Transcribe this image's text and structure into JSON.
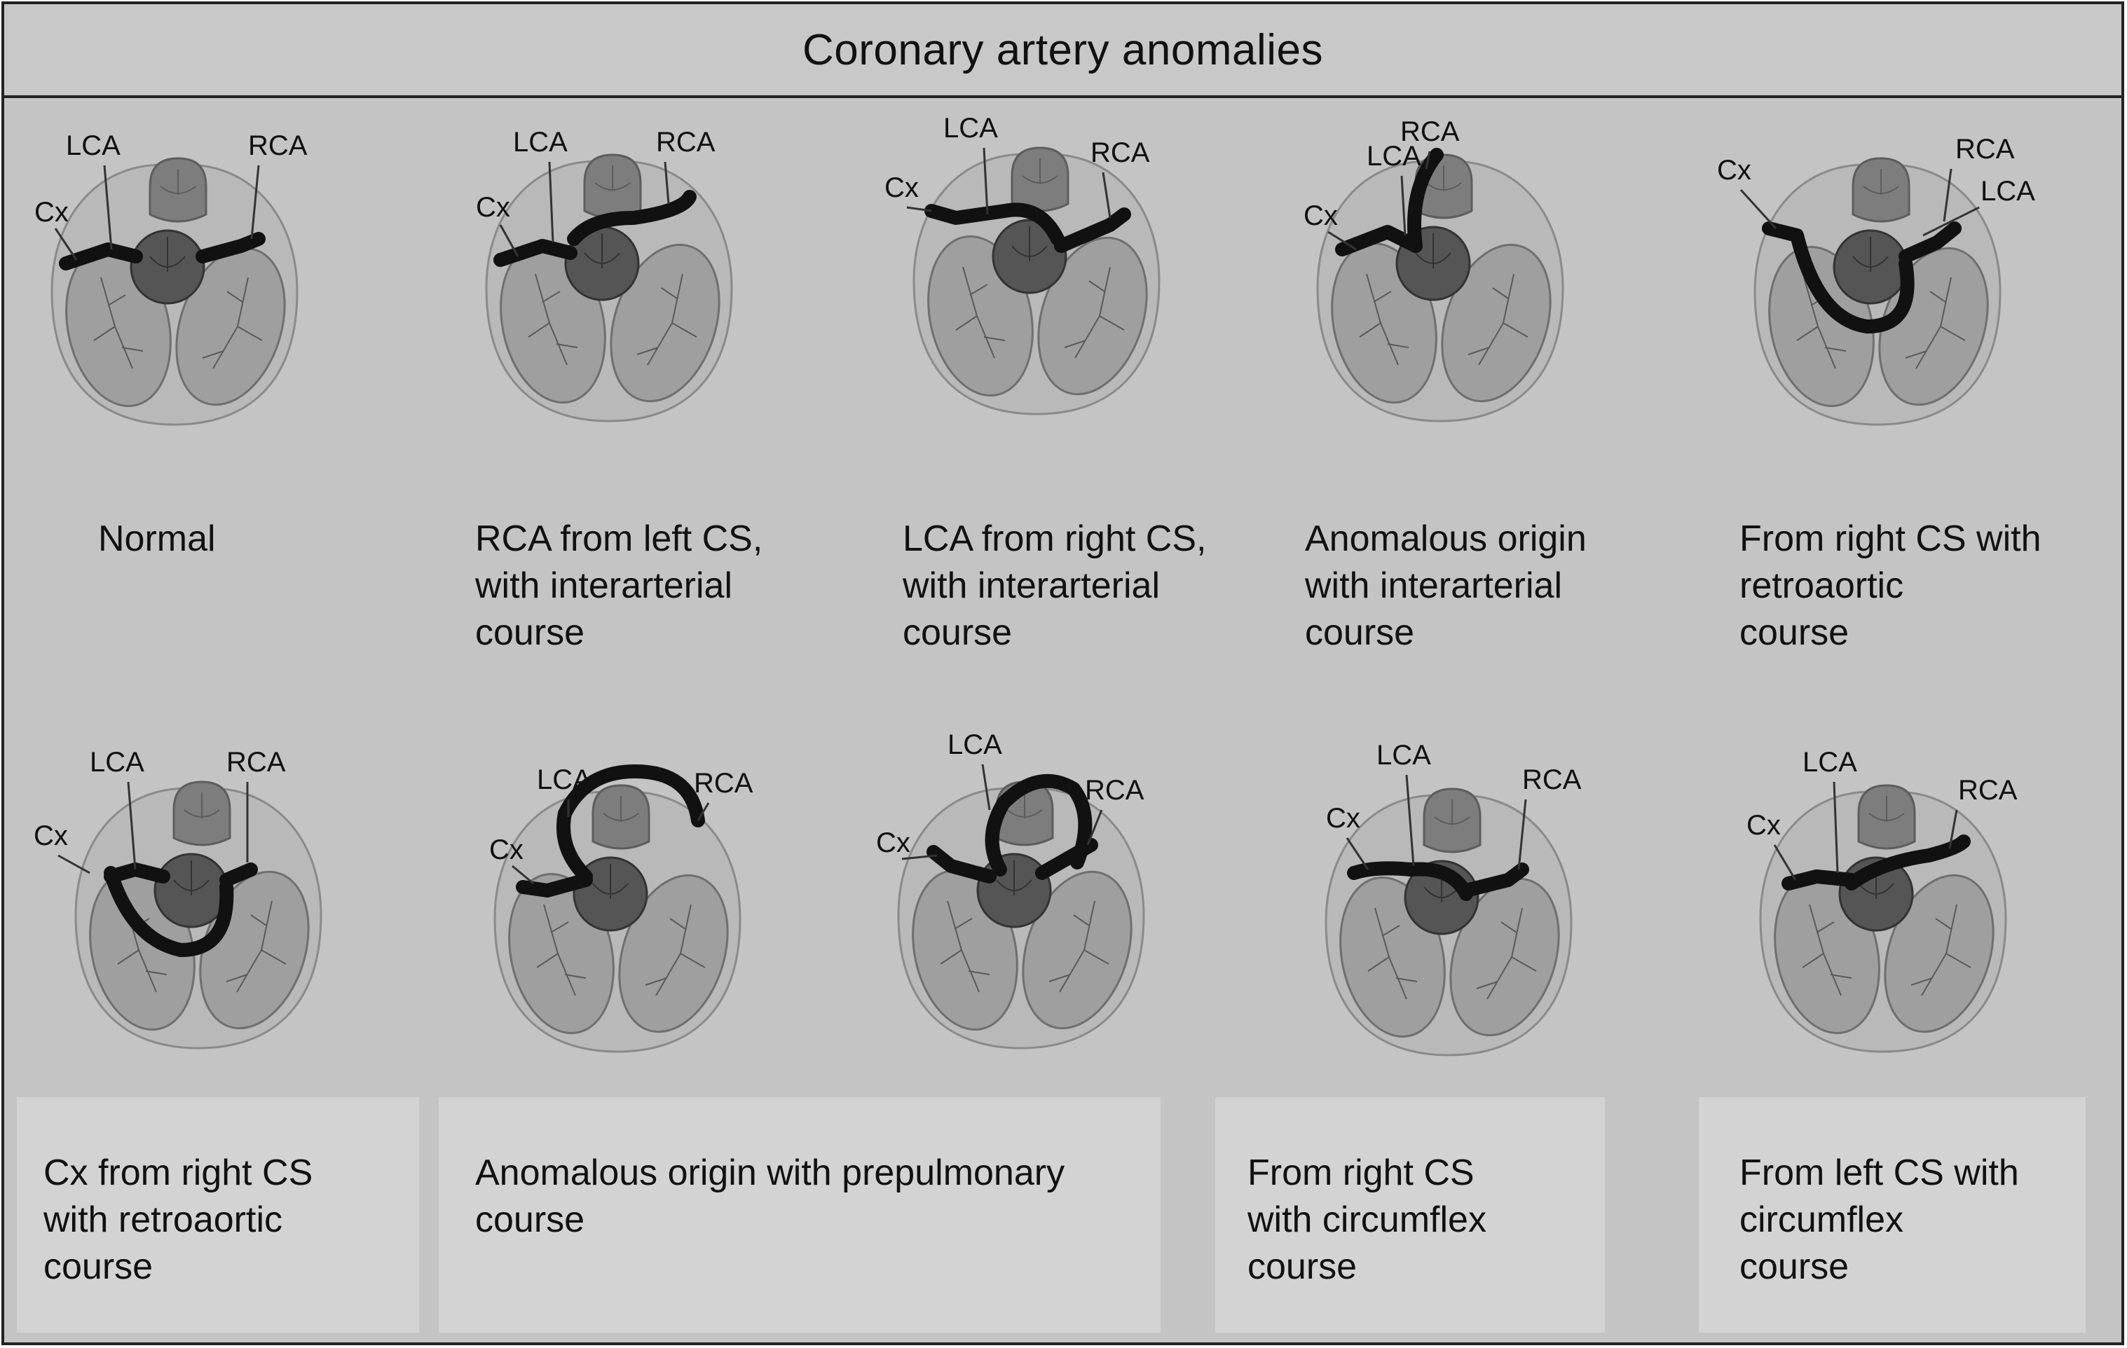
{
  "title": "Coronary artery anomalies",
  "labels": {
    "lca": "LCA",
    "rca": "RCA",
    "cx": "Cx"
  },
  "colors": {
    "background": "#c4c4c4",
    "caption_box": "#d3d3d3",
    "heart_fill": "#b9b9b9",
    "chamber_fill": "#9f9f9f",
    "aorta_fill": "#555555",
    "pulmonary_fill": "#7d7d7d",
    "artery": "#111111"
  },
  "panels": [
    {
      "id": "normal",
      "caption": [
        "Normal"
      ]
    },
    {
      "id": "rca-left-cs",
      "caption": [
        "RCA from left CS,",
        "with interarterial",
        "course"
      ]
    },
    {
      "id": "lca-right-cs",
      "caption": [
        "LCA from right CS,",
        "with interarterial",
        "course"
      ]
    },
    {
      "id": "anomalous-interarterial",
      "caption": [
        "Anomalous origin",
        "with interarterial",
        "course"
      ]
    },
    {
      "id": "right-cs-retroaortic",
      "caption": [
        "From right CS with",
        "retroaortic",
        "course"
      ]
    },
    {
      "id": "cx-right-cs-retroaortic",
      "caption": [
        "Cx from right CS",
        "with retroaortic",
        "course"
      ]
    },
    {
      "id": "prepulmonary-a",
      "caption": []
    },
    {
      "id": "prepulmonary-b",
      "caption": []
    },
    {
      "id": "right-cs-circumflex",
      "caption": []
    },
    {
      "id": "left-cs-circumflex",
      "caption": []
    }
  ],
  "shared_captions": {
    "prepulmonary": [
      "Anomalous origin with prepulmonary",
      "course"
    ],
    "right_cs_circumflex": [
      "From right CS",
      "with circumflex",
      "course"
    ],
    "left_cs_circumflex": [
      "From left CS with",
      "circumflex",
      "course"
    ]
  }
}
